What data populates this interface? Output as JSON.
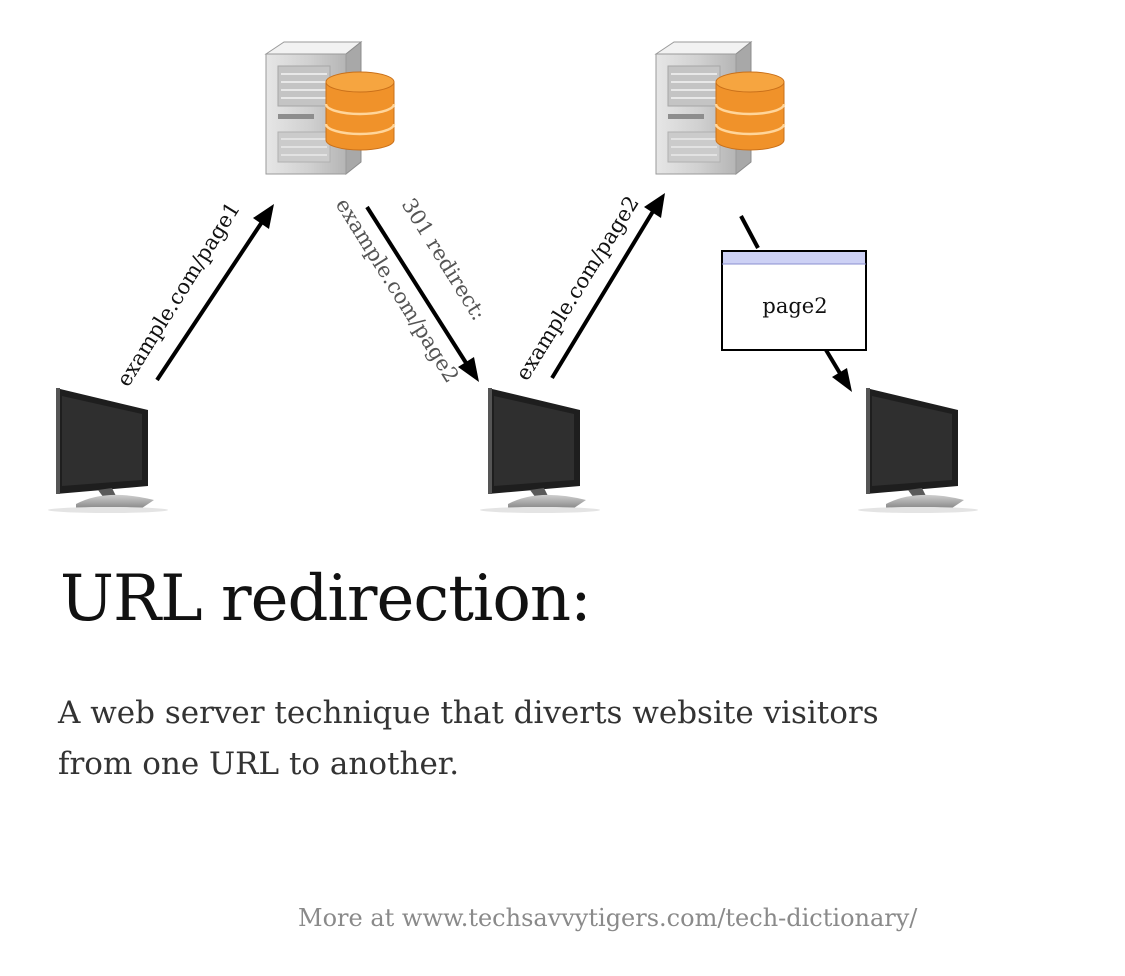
{
  "diagram": {
    "arrows": [
      {
        "label": "example.com/page1"
      },
      {
        "label_line1": "301 redirect:",
        "label_line2": "example.com/page2"
      },
      {
        "label": "example.com/page2"
      }
    ],
    "page_box_label": "page2",
    "icons": {
      "server": "server-tower-with-database-icon",
      "client": "computer-monitor-icon"
    },
    "colors": {
      "database": "#f0922a",
      "page_box_header": "#cdd1f5",
      "redirect_label": "#555555",
      "request_label": "#111111"
    }
  },
  "title": "URL redirection:",
  "description": "A web server technique that diverts website visitors from one URL to another.",
  "footer": "More at www.techsavvytigers.com/tech-dictionary/"
}
